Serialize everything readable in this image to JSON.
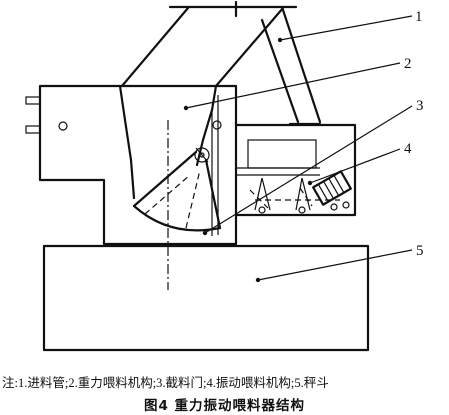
{
  "callouts": [
    {
      "id": "1",
      "text": "1"
    },
    {
      "id": "2",
      "text": "2"
    },
    {
      "id": "3",
      "text": "3"
    },
    {
      "id": "4",
      "text": "4"
    },
    {
      "id": "5",
      "text": "5"
    }
  ],
  "legend": "注:1.进料管;2.重力喂料机构;3.截料门;4.振动喂料机构;5.秤斗",
  "caption": "图4   重力振动喂料器结构"
}
